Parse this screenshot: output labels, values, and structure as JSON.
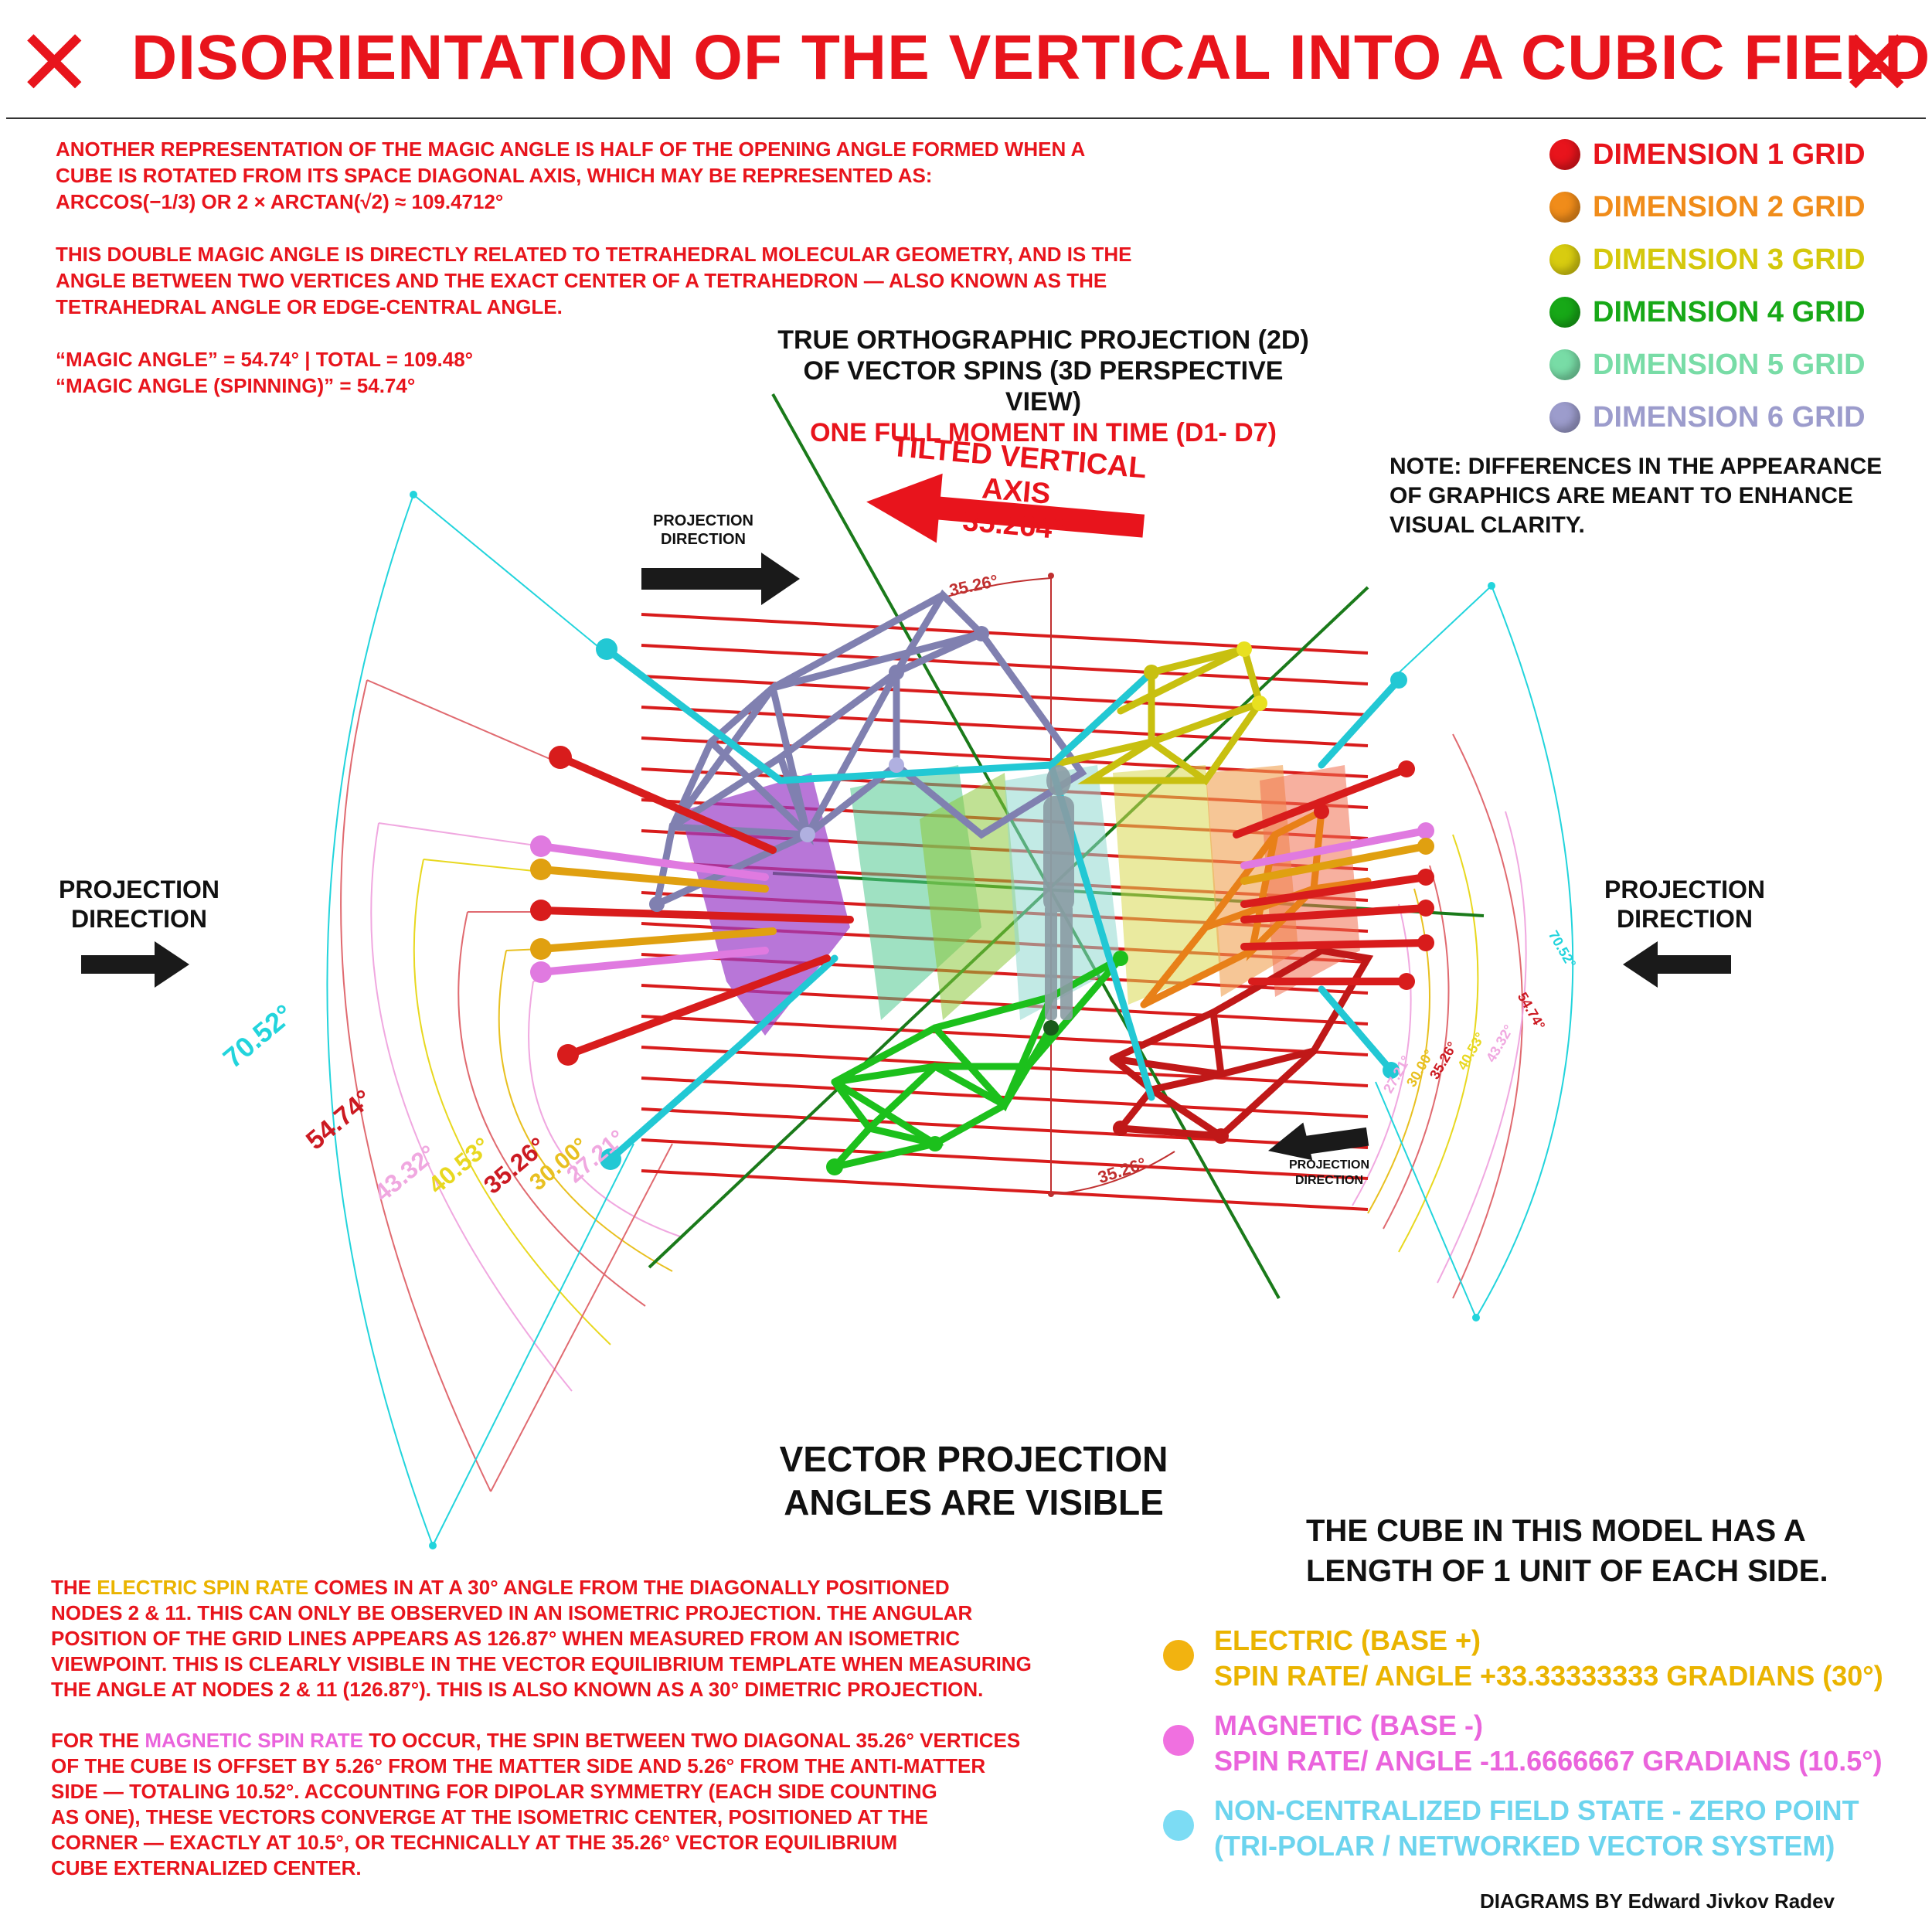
{
  "header": {
    "title": "DISORIENTATION OF THE VERTICAL INTO A CUBIC FIELD"
  },
  "intro": {
    "p1_line1": "ANOTHER REPRESENTATION OF THE MAGIC ANGLE IS HALF OF THE OPENING ANGLE FORMED WHEN A",
    "p1_line2": "CUBE IS ROTATED FROM ITS SPACE DIAGONAL AXIS, WHICH MAY BE REPRESENTED AS:",
    "p1_line3": "ARCCOS(−1/3) OR 2 × ARCTAN(√2) ≈ 109.4712°",
    "p2_line1": "THIS DOUBLE MAGIC ANGLE IS DIRECTLY RELATED TO TETRAHEDRAL MOLECULAR GEOMETRY, AND IS THE",
    "p2_line2": "ANGLE BETWEEN TWO VERTICES AND THE EXACT CENTER OF A TETRAHEDRON — ALSO KNOWN AS THE",
    "p2_line3": "TETRAHEDRAL ANGLE OR EDGE-CENTRAL ANGLE.",
    "p3_line1": "“MAGIC ANGLE” = 54.74° | TOTAL = 109.48°",
    "p3_line2": "“MAGIC ANGLE (SPINNING)” = 54.74°"
  },
  "legend": {
    "items": [
      {
        "label": "DIMENSION 1 GRID",
        "color": "#e8141c"
      },
      {
        "label": "DIMENSION 2 GRID",
        "color": "#f08c1a"
      },
      {
        "label": "DIMENSION 3 GRID",
        "color": "#d8cc10"
      },
      {
        "label": "DIMENSION 4 GRID",
        "color": "#17a817"
      },
      {
        "label": "DIMENSION 5 GRID",
        "color": "#78dca6"
      },
      {
        "label": "DIMENSION 6 GRID",
        "color": "#9c9ccc"
      }
    ],
    "note": "NOTE: DIFFERENCES IN THE APPEARANCE OF GRAPHICS ARE MEANT TO ENHANCE VISUAL CLARITY."
  },
  "center_heading": {
    "line1": "TRUE ORTHOGRAPHIC PROJECTION (2D)",
    "line2": "OF VECTOR SPINS (3D PERSPECTIVE VIEW)",
    "line3": "ONE FULL MOMENT IN TIME (D1- D7)"
  },
  "diagram": {
    "tilted_axis_label": "TILTED VERTICAL AXIS",
    "tilted_axis_value": "35.264°",
    "projection_direction": "PROJECTION DIRECTION",
    "projection_direction_line1": "PROJECTION",
    "projection_direction_line2": "DIRECTION",
    "left_angles": [
      {
        "label": "70.52°",
        "color": "#22d4dc"
      },
      {
        "label": "54.74°",
        "color": "#cc1a22"
      },
      {
        "label": "43.32°",
        "color": "#f0a8e0"
      },
      {
        "label": "40.53°",
        "color": "#e8d820"
      },
      {
        "label": "35.26°",
        "color": "#cc1a22"
      },
      {
        "label": "30.00°",
        "color": "#e8c020"
      },
      {
        "label": "27.21°",
        "color": "#f0a8e0"
      }
    ],
    "right_angles": [
      {
        "label": "70.52°",
        "color": "#22d4dc"
      },
      {
        "label": "54.74°",
        "color": "#cc1a22"
      },
      {
        "label": "43.32°",
        "color": "#f0a8e0"
      },
      {
        "label": "40.53°",
        "color": "#e8d820"
      },
      {
        "label": "35.26°",
        "color": "#cc1a22"
      },
      {
        "label": "30.00°",
        "color": "#e8c020"
      },
      {
        "label": "27.21°",
        "color": "#f0a8e0"
      }
    ],
    "top_arc_label": "35.26°",
    "bottom_arc_label": "35.26°"
  },
  "vector_heading": {
    "line1": "VECTOR PROJECTION",
    "line2": "ANGLES ARE VISIBLE"
  },
  "cube_note": {
    "line1": "THE CUBE IN THIS MODEL HAS A",
    "line2": "LENGTH OF 1 UNIT OF EACH SIDE."
  },
  "spin_legend": [
    {
      "line1": "ELECTRIC (BASE +)",
      "line2": "SPIN RATE/ ANGLE +33.33333333 GRADIANS (30°)",
      "color": "#f2b310",
      "text_color": "#eab400"
    },
    {
      "line1": "MAGNETIC (BASE -)",
      "line2": "SPIN RATE/ ANGLE -11.6666667 GRADIANS (10.5°)",
      "color": "#f070e0",
      "text_color": "#ea64dc"
    },
    {
      "line1": "NON-CENTRALIZED FIELD STATE - ZERO POINT",
      "line2": "(TRI-POLAR / NETWORKED VECTOR SYSTEM)",
      "color": "#7cdcf4",
      "text_color": "#6cd4ee"
    }
  ],
  "bottom_text": {
    "electric_pre": "THE ",
    "electric_highlight": "ELECTRIC SPIN RATE",
    "electric_post": " COMES IN AT A 30° ANGLE FROM THE DIAGONALLY POSITIONED",
    "e_line2": "NODES 2 & 11. THIS CAN ONLY BE OBSERVED IN AN ISOMETRIC PROJECTION. THE ANGULAR",
    "e_line3": "POSITION OF THE GRID LINES APPEARS AS 126.87° WHEN MEASURED FROM AN ISOMETRIC",
    "e_line4": "VIEWPOINT. THIS IS CLEARLY VISIBLE IN THE VECTOR EQUILIBRIUM TEMPLATE WHEN MEASURING",
    "e_line5": "THE ANGLE AT NODES 2 & 11 (126.87°). THIS IS ALSO KNOWN AS A 30° DIMETRIC PROJECTION.",
    "magnetic_pre": "FOR THE ",
    "magnetic_highlight": "MAGNETIC SPIN RATE",
    "magnetic_post": " TO OCCUR, THE SPIN BETWEEN TWO DIAGONAL 35.26° VERTICES",
    "m_line2": "OF THE CUBE IS OFFSET BY 5.26° FROM THE MATTER SIDE AND 5.26° FROM THE ANTI-MATTER",
    "m_line3": "SIDE — TOTALING 10.52°. ACCOUNTING FOR DIPOLAR SYMMETRY (EACH SIDE COUNTING",
    "m_line4": "AS ONE), THESE VECTORS CONVERGE AT THE ISOMETRIC CENTER, POSITIONED AT THE",
    "m_line5": "CORNER — EXACTLY AT 10.5°, OR TECHNICALLY AT THE 35.26° VECTOR EQUILIBRIUM",
    "m_line6": "CUBE EXTERNALIZED CENTER."
  },
  "credit": "DIAGRAMS BY Edward Jivkov Radev"
}
